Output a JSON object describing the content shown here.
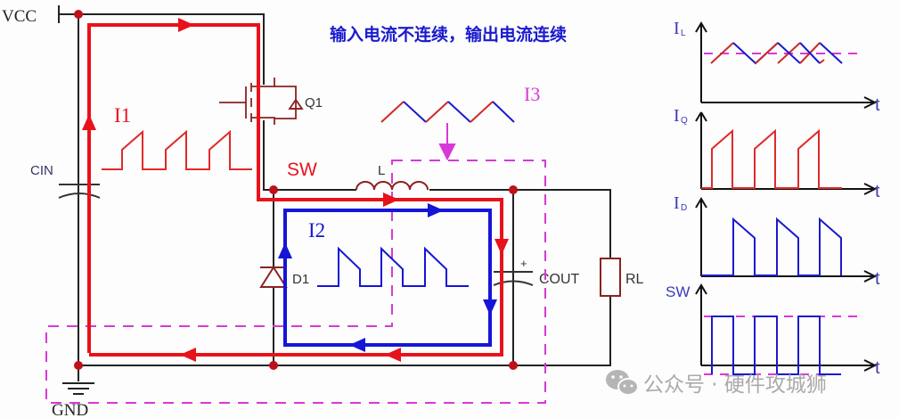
{
  "title": "输入电流不连续，输出电流连续",
  "labels": {
    "vcc": "VCC",
    "gnd": "GND",
    "cin": "CIN",
    "q1": "Q1",
    "sw": "SW",
    "inductor": "L",
    "d1": "D1",
    "cout": "COUT",
    "cout_plus": "+",
    "rl": "RL",
    "i1": "I1",
    "i2": "I2",
    "i3": "I3"
  },
  "waveforms": {
    "il": {
      "label": "I",
      "sub": "L",
      "axis": "t"
    },
    "iq": {
      "label": "I",
      "sub": "Q",
      "axis": "t"
    },
    "id": {
      "label": "I",
      "sub": "D",
      "axis": "t"
    },
    "sw": {
      "label": "SW",
      "axis": "t"
    }
  },
  "colors": {
    "wire": "#222222",
    "input_loop": "#e8121b",
    "freewheel_loop": "#1515d8",
    "output_region": "#d838d8",
    "title": "#1a1ad0",
    "component": "#9a2a2a"
  },
  "watermark": {
    "icon": "wechat-icon",
    "text": "公众号 · 硬件攻城狮"
  }
}
